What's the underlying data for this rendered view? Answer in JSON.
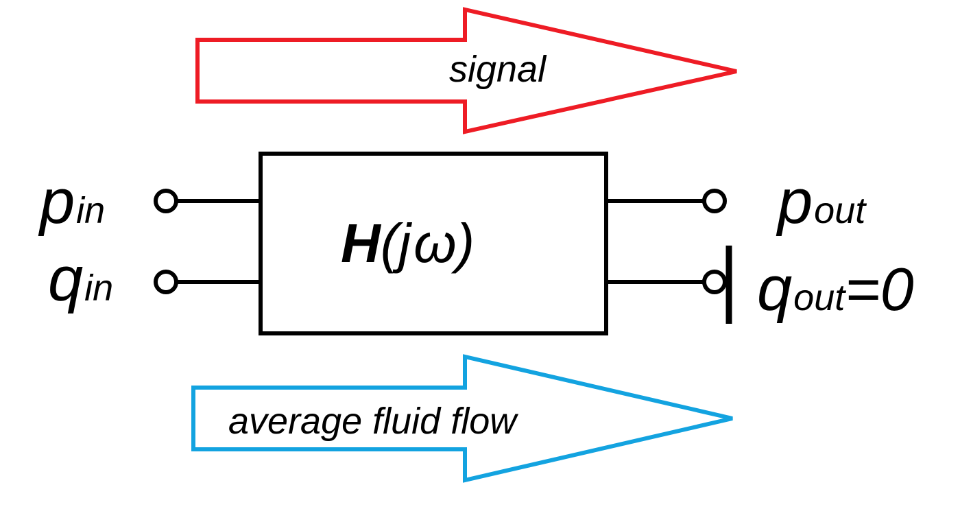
{
  "signal_arrow": {
    "label": "signal",
    "color": "#ee1c25"
  },
  "flow_arrow": {
    "label": "average fluid flow",
    "color": "#13a3e0"
  },
  "block": {
    "label_bold": "H",
    "label_rest": "(j",
    "label_omega": "ω",
    "label_close": ")"
  },
  "input_ports": {
    "pressure": {
      "symbol": "p",
      "subscript": "in"
    },
    "flow": {
      "symbol": "q",
      "subscript": "in"
    }
  },
  "output_ports": {
    "pressure": {
      "symbol": "p",
      "subscript": "out"
    },
    "flow": {
      "symbol": "q",
      "subscript": "out",
      "suffix": "=0"
    }
  },
  "line_color": "#000000"
}
